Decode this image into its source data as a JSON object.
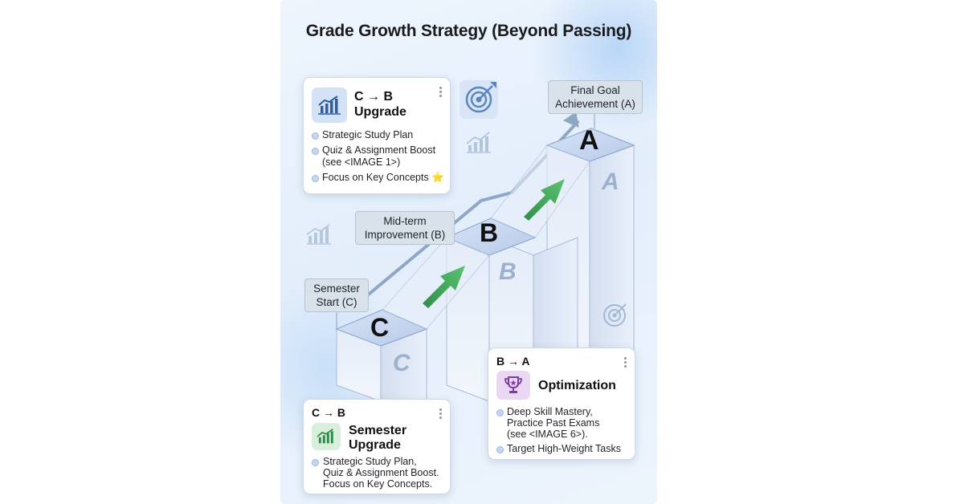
{
  "title": "Grade Growth Strategy (Beyond Passing)",
  "colors": {
    "panel_bg": "#e6eff9",
    "arrow_green": "#3fa35a",
    "trend_line": "#8ea7c4",
    "block_top": "#c9d7f0",
    "block_side": "#dfe8f5"
  },
  "blocks": {
    "c": "C",
    "b": "B",
    "a": "A"
  },
  "labels": {
    "start": "Semester\nStart (C)",
    "mid": "Mid-term\nImprovement (B)",
    "final": "Final Goal\nAchievement (A)"
  },
  "card_top": {
    "icon": "chart-up-icon",
    "title": "C → B\nUpgrade",
    "bullets": [
      "Strategic Study Plan",
      "Quiz & Assignment Boost\n(see <IMAGE 1>)",
      "Focus on Key Concepts ⭐"
    ]
  },
  "card_bottom_left": {
    "icon": "chart-up-icon",
    "heading": "C → B",
    "title": "Semester\nUpgrade",
    "text": "Strategic Study Plan,\nQuiz & Assignment Boost.\nFocus on Key Concepts."
  },
  "card_bottom_right": {
    "icon": "trophy-icon",
    "heading": "B → A",
    "title": "Optimization",
    "bullets": [
      "Deep Skill Mastery,\nPractice Past Exams\n(see <IMAGE 6>).",
      "Target High-Weight Tasks"
    ]
  }
}
